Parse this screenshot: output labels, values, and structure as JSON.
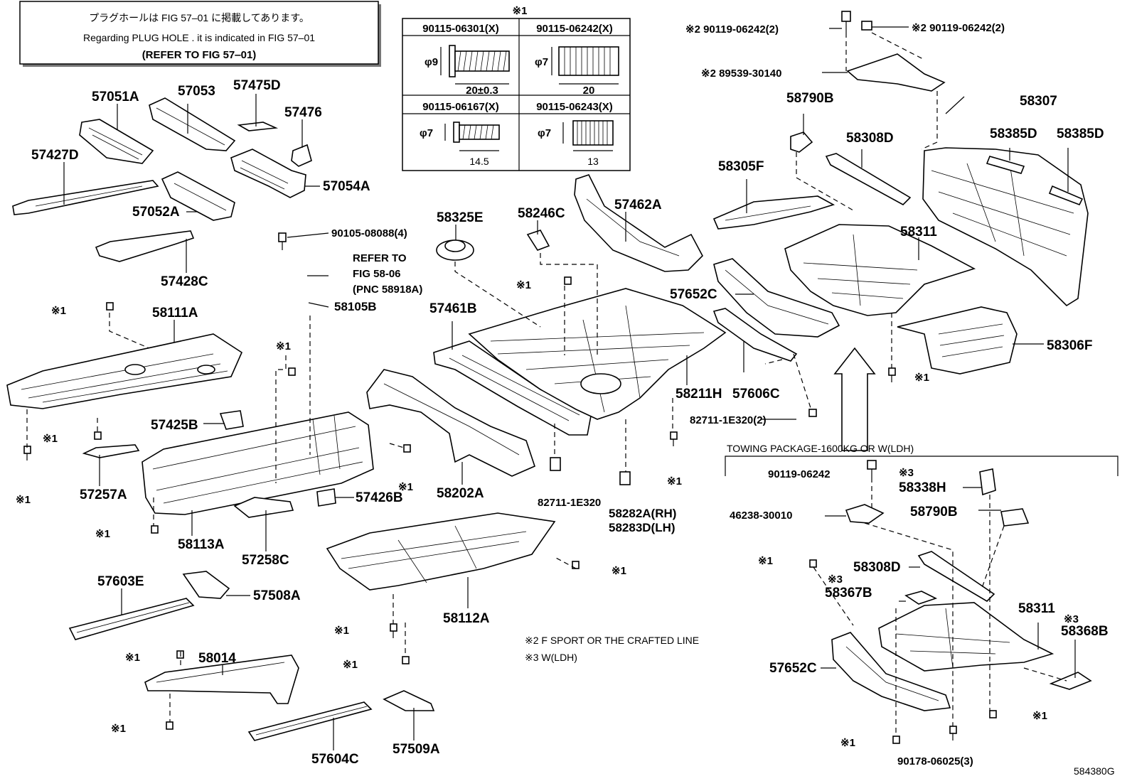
{
  "note": {
    "line1": "プラグホールは FIG 57‒01 に掲載してあります。",
    "line2": "Regarding  PLUG  HOLE . it is indicated in  FIG  57‒01",
    "line3": "(REFER  TO  FIG 57‒01)"
  },
  "bolt_table": {
    "mark": "※1",
    "cells": [
      {
        "part": "90115-06301(X)",
        "dia": "φ9",
        "len": "20±0.3"
      },
      {
        "part": "90115-06242(X)",
        "dia": "φ7",
        "len": "20"
      },
      {
        "part": "90115-06167(X)",
        "dia": "φ7",
        "len": "14.5"
      },
      {
        "part": "90115-06243(X)",
        "dia": "φ7",
        "len": "13"
      }
    ]
  },
  "part_labels": [
    "57051A",
    "57053",
    "57475D",
    "57476",
    "57427D",
    "57052A",
    "57054A",
    "57428C",
    "58111A",
    "57425B",
    "57257A",
    "58113A",
    "57426B",
    "57258C",
    "57603E",
    "57508A",
    "58014",
    "57604C",
    "57509A",
    "58325E",
    "58246C",
    "57462A",
    "57461B",
    "58202A",
    "58112A",
    "58211H",
    "57606C",
    "57652C",
    "58305F",
    "58790B",
    "58308D",
    "58307",
    "58385D",
    "58385D",
    "58311",
    "58306F",
    "58338H",
    "58790B",
    "58308D",
    "58367B",
    "58311",
    "58368B",
    "57652C",
    "58105B"
  ],
  "fastener_labels": [
    "90105-08088(4)",
    "82711-1E320",
    "82711-1E320(2)",
    "58282A(RH)",
    "58283D(LH)",
    "90119-06242",
    "46238-30010",
    "90178-06025(3)"
  ],
  "refer": {
    "line1": "REFER  TO",
    "line2": "FIG  58-06",
    "line3": "(PNC  58918A)"
  },
  "marked_labels": {
    "bolt_left": "※2  90119-06242(2)",
    "bolt_right": "※2  90119-06242(2)",
    "bracket": "※2  89539-30140",
    "m3_338h": "※3",
    "m3_367b": "※3",
    "m3_368b": "※3"
  },
  "mark1": "※1",
  "towing": "TOWING  PACKAGE-1600KG  OR  W(LDH)",
  "legend": {
    "l2": "※2  F SPORT   OR   THE CRAFTED LINE",
    "l3": "※3  W(LDH)"
  },
  "figure_code": "584380G"
}
